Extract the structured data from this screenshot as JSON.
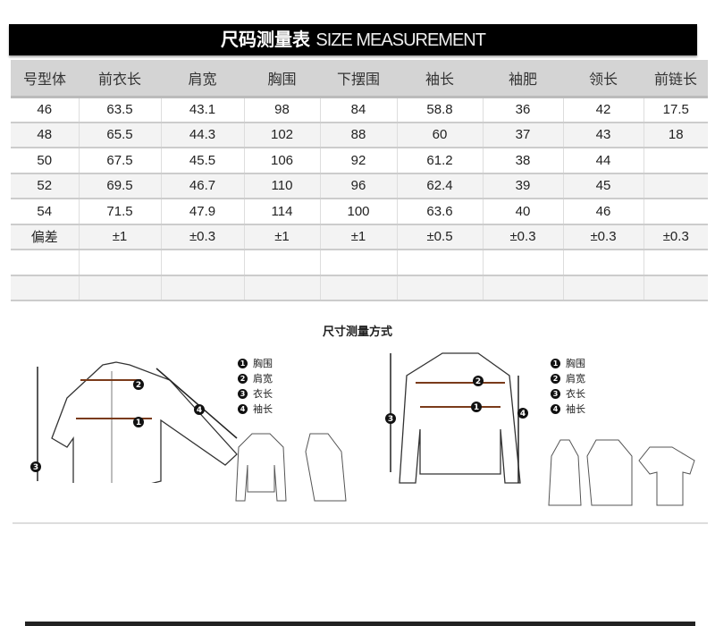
{
  "title": {
    "cn": "尺码测量表",
    "en": "SIZE MEASUREMENT"
  },
  "table": {
    "headers": [
      "号型体",
      "前衣长",
      "肩宽",
      "胸围",
      "下摆围",
      "袖长",
      "袖肥",
      "领长",
      "前链长"
    ],
    "rows": [
      [
        "46",
        "63.5",
        "43.1",
        "98",
        "84",
        "58.8",
        "36",
        "42",
        "17.5"
      ],
      [
        "48",
        "65.5",
        "44.3",
        "102",
        "88",
        "60",
        "37",
        "43",
        "18"
      ],
      [
        "50",
        "67.5",
        "45.5",
        "106",
        "92",
        "61.2",
        "38",
        "44",
        ""
      ],
      [
        "52",
        "69.5",
        "46.7",
        "110",
        "96",
        "62.4",
        "39",
        "45",
        ""
      ],
      [
        "54",
        "71.5",
        "47.9",
        "114",
        "100",
        "63.6",
        "40",
        "46",
        ""
      ],
      [
        "偏差",
        "±1",
        "±0.3",
        "±1",
        "±1",
        "±0.5",
        "±0.3",
        "±0.3",
        "±0.3"
      ],
      [
        "",
        "",
        "",
        "",
        "",
        "",
        "",
        "",
        ""
      ],
      [
        "",
        "",
        "",
        "",
        "",
        "",
        "",
        "",
        ""
      ]
    ]
  },
  "method_title": "尺寸测量方式",
  "legend_left": [
    {
      "n": "1",
      "label": "胸围"
    },
    {
      "n": "2",
      "label": "肩宽"
    },
    {
      "n": "3",
      "label": "衣长"
    },
    {
      "n": "4",
      "label": "袖长"
    }
  ],
  "legend_right": [
    {
      "n": "1",
      "label": "胸围"
    },
    {
      "n": "2",
      "label": "肩宽"
    },
    {
      "n": "3",
      "label": "衣长"
    },
    {
      "n": "4",
      "label": "袖长"
    }
  ]
}
